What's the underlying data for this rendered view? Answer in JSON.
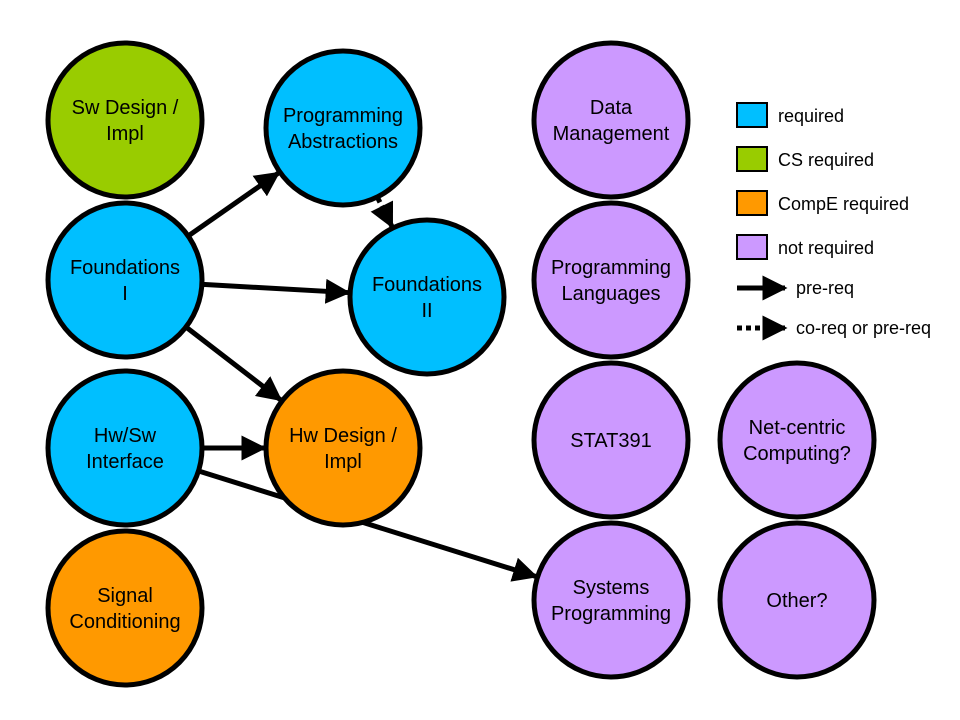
{
  "colors": {
    "required": "#00BFFF",
    "cs_required": "#99CC00",
    "compe_required": "#FF9900",
    "not_required": "#CC99FF",
    "outline": "#000000",
    "background": "#FFFFFF"
  },
  "nodes": [
    {
      "id": "sw-design-impl",
      "lines": [
        "Sw Design /",
        "Impl"
      ],
      "category": "cs_required"
    },
    {
      "id": "foundations-1",
      "lines": [
        "Foundations",
        "I"
      ],
      "category": "required"
    },
    {
      "id": "hw-sw-interface",
      "lines": [
        "Hw/Sw",
        "Interface"
      ],
      "category": "required"
    },
    {
      "id": "signal-conditioning",
      "lines": [
        "Signal",
        "Conditioning"
      ],
      "category": "compe_required"
    },
    {
      "id": "programming-abstractions",
      "lines": [
        "Programming",
        "Abstractions"
      ],
      "category": "required"
    },
    {
      "id": "foundations-2",
      "lines": [
        "Foundations",
        "II"
      ],
      "category": "required"
    },
    {
      "id": "hw-design-impl",
      "lines": [
        "Hw Design /",
        "Impl"
      ],
      "category": "compe_required"
    },
    {
      "id": "data-management",
      "lines": [
        "Data",
        "Management"
      ],
      "category": "not_required"
    },
    {
      "id": "programming-languages",
      "lines": [
        "Programming",
        "Languages"
      ],
      "category": "not_required"
    },
    {
      "id": "stat391",
      "lines": [
        "STAT391"
      ],
      "category": "not_required"
    },
    {
      "id": "systems-programming",
      "lines": [
        "Systems",
        "Programming"
      ],
      "category": "not_required"
    },
    {
      "id": "net-centric-computing",
      "lines": [
        "Net-centric",
        "Computing?"
      ],
      "category": "not_required"
    },
    {
      "id": "other",
      "lines": [
        "Other?"
      ],
      "category": "not_required"
    }
  ],
  "edges": [
    {
      "from": "foundations-1",
      "to": "programming-abstractions",
      "type": "pre-req"
    },
    {
      "from": "foundations-1",
      "to": "foundations-2",
      "type": "pre-req"
    },
    {
      "from": "foundations-1",
      "to": "hw-design-impl",
      "type": "pre-req"
    },
    {
      "from": "hw-sw-interface",
      "to": "hw-design-impl",
      "type": "pre-req"
    },
    {
      "from": "hw-sw-interface",
      "to": "systems-programming",
      "type": "pre-req"
    },
    {
      "from": "programming-abstractions",
      "to": "foundations-2",
      "type": "co-req"
    }
  ],
  "legend": {
    "swatches": [
      {
        "category": "required",
        "label": "required"
      },
      {
        "category": "cs_required",
        "label": "CS required"
      },
      {
        "category": "compe_required",
        "label": "CompE required"
      },
      {
        "category": "not_required",
        "label": "not required"
      }
    ],
    "arrows": [
      {
        "type": "pre-req",
        "label": "pre-req"
      },
      {
        "type": "co-req",
        "label": "co-req or pre-req"
      }
    ]
  }
}
